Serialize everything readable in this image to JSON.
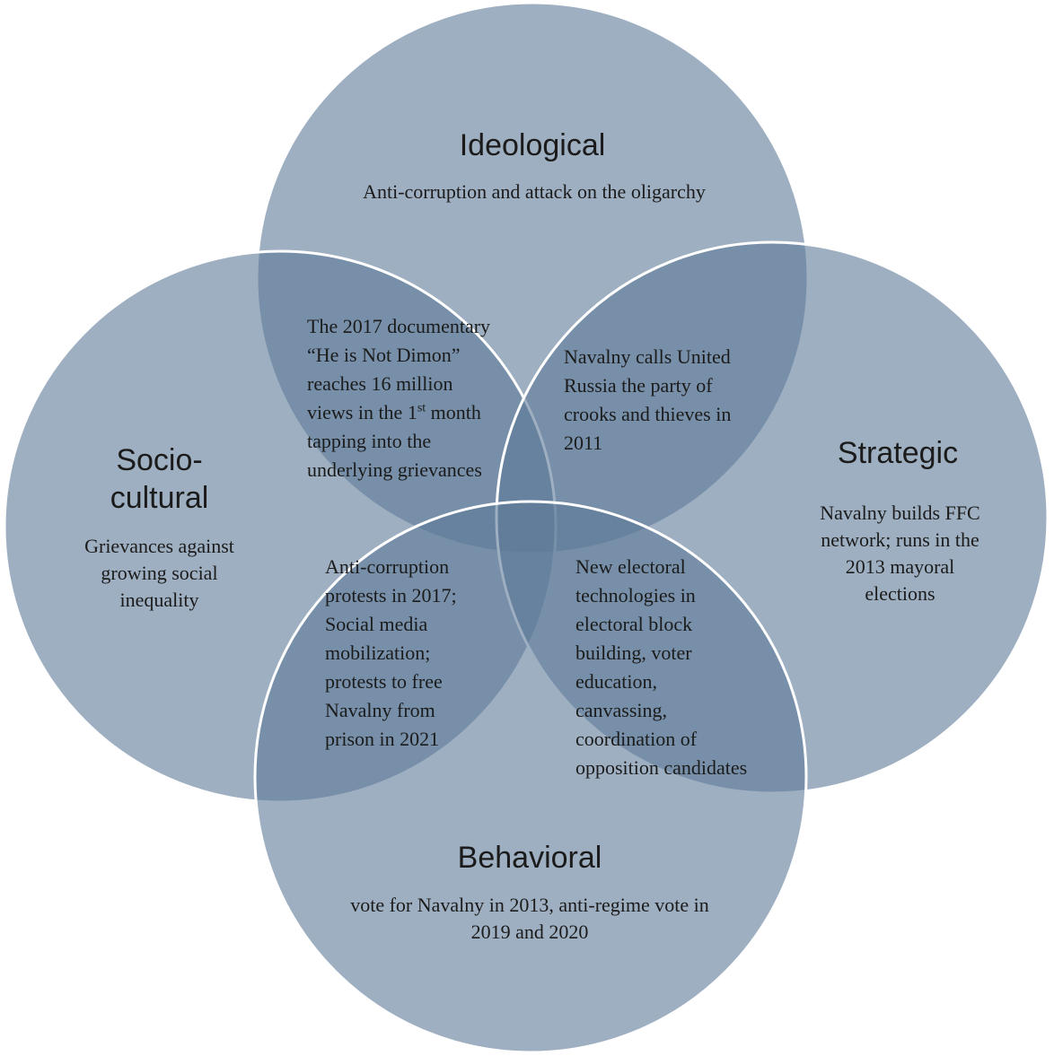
{
  "circles": {
    "ideological": {
      "title": "Ideological",
      "description": "Anti-corruption and attack on the oligarchy"
    },
    "sociocultural": {
      "title_line1": "Socio-",
      "title_line2": "cultural",
      "description_lines": [
        "Grievances against",
        "growing social",
        "inequality"
      ]
    },
    "strategic": {
      "title": "Strategic",
      "description_lines": [
        "Navalny builds FFC",
        "network; runs in the",
        "2013 mayoral",
        "elections"
      ]
    },
    "behavioral": {
      "title": "Behavioral",
      "description_lines": [
        "vote for Navalny in 2013, anti-regime vote in",
        "2019 and 2020"
      ]
    }
  },
  "overlaps": {
    "ideological_sociocultural": {
      "lines": [
        "The 2017 documentary",
        "“He is Not Dimon”",
        "reaches 16 million"
      ],
      "line4_before": "views in the 1",
      "line4_sup": "st",
      "line4_after": " month",
      "lines_after": [
        "tapping into the",
        "underlying grievances"
      ]
    },
    "ideological_strategic": {
      "lines": [
        "Navalny calls United",
        "Russia the party of",
        "crooks and thieves in",
        "2011"
      ]
    },
    "sociocultural_behavioral": {
      "lines": [
        "Anti-corruption",
        "protests in 2017;",
        "Social media",
        "mobilization;",
        "protests to free",
        "Navalny from",
        "prison in 2021"
      ]
    },
    "strategic_behavioral": {
      "lines": [
        "New electoral",
        "technologies in",
        "electoral block",
        "building, voter",
        "education,",
        "canvassing,",
        "coordination of",
        "opposition candidates"
      ]
    }
  },
  "colors": {
    "circle_fill": "#5d7a98",
    "circle_stroke": "#ffffff",
    "text": "#1b1b1b"
  }
}
